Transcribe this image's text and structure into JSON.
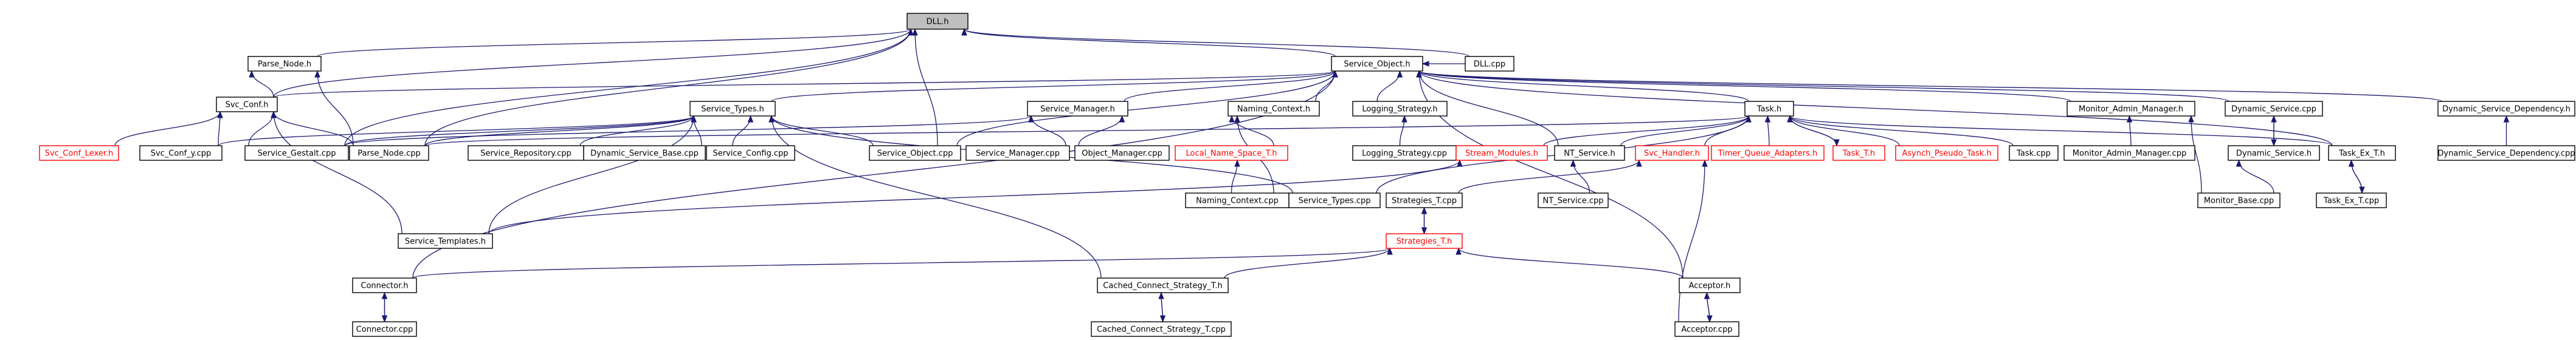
{
  "nodes": [
    {
      "id": "dll_h",
      "label": "DLL.h",
      "root": true
    },
    {
      "id": "dll_cpp",
      "label": "DLL.cpp"
    },
    {
      "id": "parse_node_h",
      "label": "Parse_Node.h"
    },
    {
      "id": "svc_conf_h",
      "label": "Svc_Conf.h"
    },
    {
      "id": "svc_conf_lexer",
      "label": "Svc_Conf_Lexer.h",
      "red": true
    },
    {
      "id": "svc_conf_y",
      "label": "Svc_Conf_y.cpp"
    },
    {
      "id": "service_gestalt",
      "label": "Service_Gestalt.cpp"
    },
    {
      "id": "parse_node_cpp",
      "label": "Parse_Node.cpp"
    },
    {
      "id": "service_types_h",
      "label": "Service_Types.h"
    },
    {
      "id": "service_repository",
      "label": "Service_Repository.cpp"
    },
    {
      "id": "dynamic_service_base",
      "label": "Dynamic_Service_Base.cpp"
    },
    {
      "id": "service_config",
      "label": "Service_Config.cpp"
    },
    {
      "id": "service_object_h",
      "label": "Service_Object.h"
    },
    {
      "id": "service_object_cpp",
      "label": "Service_Object.cpp"
    },
    {
      "id": "service_manager_h",
      "label": "Service_Manager.h"
    },
    {
      "id": "service_manager_cpp",
      "label": "Service_Manager.cpp"
    },
    {
      "id": "object_manager_cpp",
      "label": "Object_Manager.cpp"
    },
    {
      "id": "naming_context_h",
      "label": "Naming_Context.h"
    },
    {
      "id": "local_name_space_t",
      "label": "Local_Name_Space_T.h",
      "red": true
    },
    {
      "id": "naming_context_cpp",
      "label": "Naming_Context.cpp"
    },
    {
      "id": "logging_strategy_h",
      "label": "Logging_Strategy.h"
    },
    {
      "id": "logging_strategy_cpp",
      "label": "Logging_Strategy.cpp"
    },
    {
      "id": "stream_modules_h",
      "label": "Stream_Modules.h",
      "red": true
    },
    {
      "id": "service_types_cpp",
      "label": "Service_Types.cpp"
    },
    {
      "id": "service_templates_h",
      "label": "Service_Templates.h"
    },
    {
      "id": "nt_service_h",
      "label": "NT_Service.h"
    },
    {
      "id": "nt_service_cpp",
      "label": "NT_Service.cpp"
    },
    {
      "id": "svc_handler_h",
      "label": "Svc_Handler.h",
      "red": true
    },
    {
      "id": "task_h",
      "label": "Task.h"
    },
    {
      "id": "timer_queue_adapters",
      "label": "Timer_Queue_Adapters.h",
      "red": true
    },
    {
      "id": "task_t_h",
      "label": "Task_T.h",
      "red": true
    },
    {
      "id": "asynch_pseudo_task",
      "label": "Asynch_Pseudo_Task.h",
      "red": true
    },
    {
      "id": "task_cpp",
      "label": "Task.cpp"
    },
    {
      "id": "monitor_admin_manager_h",
      "label": "Monitor_Admin_Manager.h"
    },
    {
      "id": "monitor_admin_manager_cpp",
      "label": "Monitor_Admin_Manager.cpp"
    },
    {
      "id": "dynamic_service_cpp",
      "label": "Dynamic_Service.cpp"
    },
    {
      "id": "dynamic_service_h",
      "label": "Dynamic_Service.h"
    },
    {
      "id": "monitor_base_cpp",
      "label": "Monitor_Base.cpp"
    },
    {
      "id": "task_ex_t_h",
      "label": "Task_Ex_T.h"
    },
    {
      "id": "task_ex_t_cpp",
      "label": "Task_Ex_T.cpp"
    },
    {
      "id": "dynamic_service_dependency_h",
      "label": "Dynamic_Service_Dependency.h"
    },
    {
      "id": "dynamic_service_dependency_cpp",
      "label": "Dynamic_Service_Dependency.cpp"
    },
    {
      "id": "strategies_t_cpp",
      "label": "Strategies_T.cpp"
    },
    {
      "id": "strategies_t_h",
      "label": "Strategies_T.h",
      "red": true
    },
    {
      "id": "connector_h",
      "label": "Connector.h"
    },
    {
      "id": "connector_cpp",
      "label": "Connector.cpp"
    },
    {
      "id": "cached_connect_strategy_t_h",
      "label": "Cached_Connect_Strategy_T.h"
    },
    {
      "id": "cached_connect_strategy_t_cpp",
      "label": "Cached_Connect_Strategy_T.cpp"
    },
    {
      "id": "acceptor_h",
      "label": "Acceptor.h"
    },
    {
      "id": "acceptor_cpp",
      "label": "Acceptor.cpp"
    }
  ],
  "edges": [
    [
      "dll_h",
      "dll_cpp"
    ],
    [
      "dll_h",
      "parse_node_h"
    ],
    [
      "dll_h",
      "svc_conf_h"
    ],
    [
      "dll_h",
      "service_object_h"
    ],
    [
      "dll_h",
      "parse_node_cpp"
    ],
    [
      "dll_h",
      "service_object_cpp"
    ],
    [
      "dll_h",
      "service_gestalt"
    ],
    [
      "parse_node_h",
      "svc_conf_h"
    ],
    [
      "parse_node_h",
      "parse_node_cpp"
    ],
    [
      "svc_conf_h",
      "svc_conf_lexer"
    ],
    [
      "svc_conf_h",
      "svc_conf_y"
    ],
    [
      "svc_conf_h",
      "service_gestalt"
    ],
    [
      "svc_conf_h",
      "parse_node_cpp"
    ],
    [
      "svc_conf_h",
      "service_templates_h"
    ],
    [
      "service_object_h",
      "dll_cpp"
    ],
    [
      "service_object_h",
      "svc_conf_h"
    ],
    [
      "service_object_h",
      "service_types_h"
    ],
    [
      "service_object_h",
      "service_manager_h"
    ],
    [
      "service_object_h",
      "naming_context_h"
    ],
    [
      "service_object_h",
      "logging_strategy_h"
    ],
    [
      "service_object_h",
      "nt_service_h"
    ],
    [
      "service_object_h",
      "task_h"
    ],
    [
      "service_object_h",
      "monitor_admin_manager_h"
    ],
    [
      "service_object_h",
      "dynamic_service_cpp"
    ],
    [
      "service_object_h",
      "dynamic_service_dependency_h"
    ],
    [
      "service_object_h",
      "service_object_cpp"
    ],
    [
      "service_object_h",
      "task_ex_t_h"
    ],
    [
      "service_object_h",
      "connector_h"
    ],
    [
      "service_object_h",
      "acceptor_h"
    ],
    [
      "service_types_h",
      "svc_conf_y"
    ],
    [
      "service_types_h",
      "service_gestalt"
    ],
    [
      "service_types_h",
      "parse_node_cpp"
    ],
    [
      "service_types_h",
      "service_repository"
    ],
    [
      "service_types_h",
      "dynamic_service_base"
    ],
    [
      "service_types_h",
      "service_config"
    ],
    [
      "service_types_h",
      "service_object_cpp"
    ],
    [
      "service_types_h",
      "service_types_cpp"
    ],
    [
      "service_types_h",
      "service_templates_h"
    ],
    [
      "service_types_h",
      "cached_connect_strategy_t_h"
    ],
    [
      "service_manager_h",
      "service_manager_cpp"
    ],
    [
      "service_manager_h",
      "object_manager_cpp"
    ],
    [
      "service_manager_h",
      "service_gestalt"
    ],
    [
      "naming_context_h",
      "local_name_space_t"
    ],
    [
      "naming_context_h",
      "naming_context_cpp"
    ],
    [
      "local_name_space_t",
      "naming_context_cpp"
    ],
    [
      "logging_strategy_h",
      "logging_strategy_cpp"
    ],
    [
      "nt_service_h",
      "nt_service_cpp"
    ],
    [
      "task_h",
      "parse_node_cpp"
    ],
    [
      "task_h",
      "stream_modules_h"
    ],
    [
      "task_h",
      "svc_handler_h"
    ],
    [
      "task_h",
      "timer_queue_adapters"
    ],
    [
      "task_h",
      "task_t_h"
    ],
    [
      "task_h",
      "asynch_pseudo_task"
    ],
    [
      "task_h",
      "task_cpp"
    ],
    [
      "task_h",
      "nt_service_h"
    ],
    [
      "task_h",
      "task_ex_t_h"
    ],
    [
      "task_h",
      "service_types_cpp"
    ],
    [
      "task_t_h",
      "task_h"
    ],
    [
      "stream_modules_h",
      "service_templates_h"
    ],
    [
      "svc_handler_h",
      "strategies_t_cpp"
    ],
    [
      "svc_handler_h",
      "acceptor_cpp"
    ],
    [
      "monitor_admin_manager_h",
      "monitor_admin_manager_cpp"
    ],
    [
      "monitor_admin_manager_h",
      "monitor_base_cpp"
    ],
    [
      "dynamic_service_cpp",
      "dynamic_service_h"
    ],
    [
      "dynamic_service_h",
      "dynamic_service_cpp"
    ],
    [
      "dynamic_service_h",
      "monitor_base_cpp"
    ],
    [
      "task_ex_t_h",
      "task_ex_t_cpp"
    ],
    [
      "task_ex_t_cpp",
      "task_ex_t_h"
    ],
    [
      "dynamic_service_dependency_h",
      "dynamic_service_dependency_cpp"
    ],
    [
      "strategies_t_cpp",
      "strategies_t_h"
    ],
    [
      "strategies_t_h",
      "strategies_t_cpp"
    ],
    [
      "strategies_t_h",
      "connector_h"
    ],
    [
      "strategies_t_h",
      "cached_connect_strategy_t_h"
    ],
    [
      "strategies_t_h",
      "acceptor_h"
    ],
    [
      "connector_h",
      "connector_cpp"
    ],
    [
      "connector_cpp",
      "connector_h"
    ],
    [
      "cached_connect_strategy_t_h",
      "cached_connect_strategy_t_cpp"
    ],
    [
      "cached_connect_strategy_t_cpp",
      "cached_connect_strategy_t_h"
    ],
    [
      "acceptor_h",
      "acceptor_cpp"
    ],
    [
      "acceptor_cpp",
      "acceptor_h"
    ]
  ],
  "colors": {
    "edge": "#191970",
    "root_fill": "#bfbfbf",
    "red_border": "#ff0000"
  }
}
